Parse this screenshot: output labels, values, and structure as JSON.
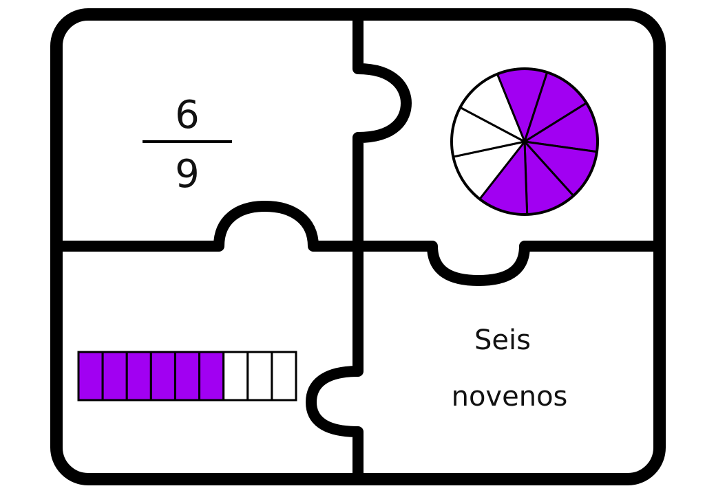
{
  "fraction": {
    "numerator": "6",
    "denominator": "9"
  },
  "words": {
    "line1": "Seis",
    "line2": "novenos"
  },
  "pie": {
    "total_parts": 9,
    "shaded_parts": 6
  },
  "bar": {
    "total_parts": 9,
    "shaded_parts": 6
  },
  "colors": {
    "shaded": "#a100f2",
    "unshaded": "#ffffff",
    "outline": "#000000"
  }
}
